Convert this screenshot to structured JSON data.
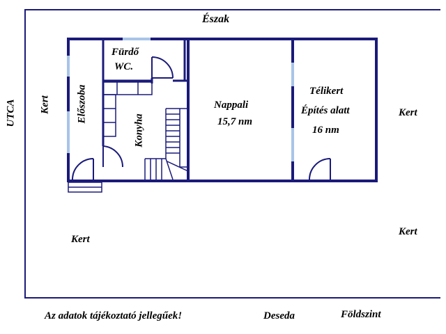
{
  "colors": {
    "wall": "#1a1a7a",
    "window": "#a8c4e8",
    "text": "#000000",
    "background": "#ffffff"
  },
  "labels": {
    "north": "Észak",
    "street": "UTCA",
    "garden_left": "Kert",
    "garden_right_top": "Kert",
    "garden_right_bottom": "Kert",
    "garden_bottom_left": "Kert",
    "bathroom": "Fürdő",
    "wc": "WC.",
    "hallway": "Előszoba",
    "kitchen": "Konyha",
    "living_room": "Nappali",
    "living_room_area": "15,7 nm",
    "winter_garden": "Télikert",
    "winter_garden_status": "Építés alatt",
    "winter_garden_area": "16 nm"
  },
  "footer": {
    "disclaimer": "Az adatok tájékoztató jellegűek!",
    "location": "Deseda",
    "level": "Földszint"
  }
}
